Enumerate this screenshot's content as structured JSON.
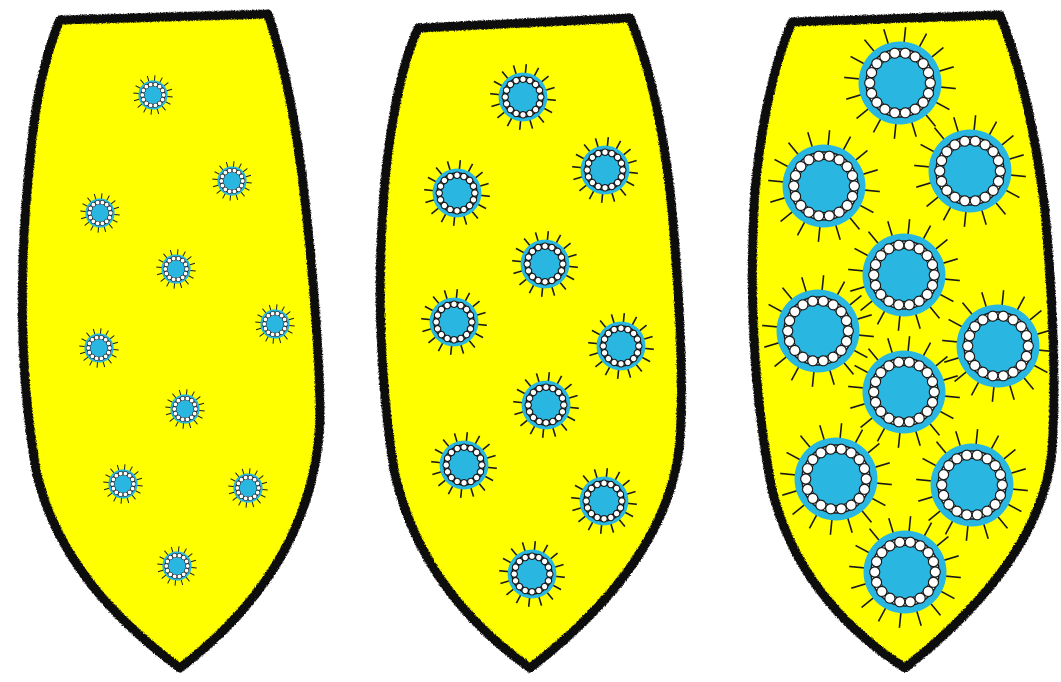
{
  "diagram": {
    "panel_count": 3,
    "colors": {
      "background": "#ffffff",
      "body_fill": "#ffff00",
      "outline": "#111111",
      "cell_core": "#29b6e0",
      "ring_bead_fill": "#ffffff",
      "bead_stroke": "#1a1a1a",
      "spike": "#1a1a1a"
    },
    "panels": [
      {
        "name": "panel-left",
        "particle_count": 10,
        "relative_size": "small"
      },
      {
        "name": "panel-middle",
        "particle_count": 10,
        "relative_size": "medium"
      },
      {
        "name": "panel-right",
        "particle_count": 10,
        "relative_size": "large"
      }
    ]
  }
}
